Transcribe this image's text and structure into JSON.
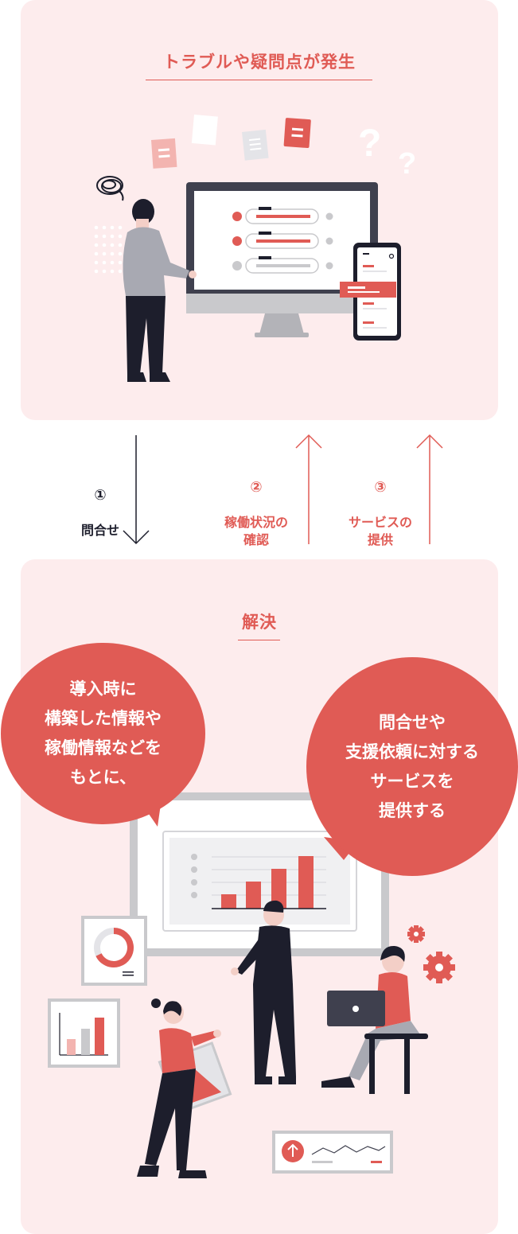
{
  "top_panel": {
    "title": "トラブルや疑問点が発生",
    "question_marks": [
      "?",
      "?"
    ]
  },
  "flow": {
    "steps": [
      {
        "number": "①",
        "label": "問合せ",
        "direction": "down",
        "color": "#1d1e2c"
      },
      {
        "number": "②",
        "label": "稼働状況の\n確認",
        "direction": "up",
        "color": "#e05b55"
      },
      {
        "number": "③",
        "label": "サービスの\n提供",
        "direction": "up",
        "color": "#e05b55"
      }
    ]
  },
  "bottom_panel": {
    "title": "解決",
    "bubble_left": "導入時に\n構築した情報や\n稼働情報などを\nもとに、",
    "bubble_right": "問合せや\n支援依頼に対する\nサービスを\n提供する"
  },
  "colors": {
    "accent": "#e05b55",
    "panel_bg": "#fdeced",
    "dark": "#1d1e2c",
    "pink_light": "#f3b4b0",
    "gray": "#c9c9cc"
  }
}
